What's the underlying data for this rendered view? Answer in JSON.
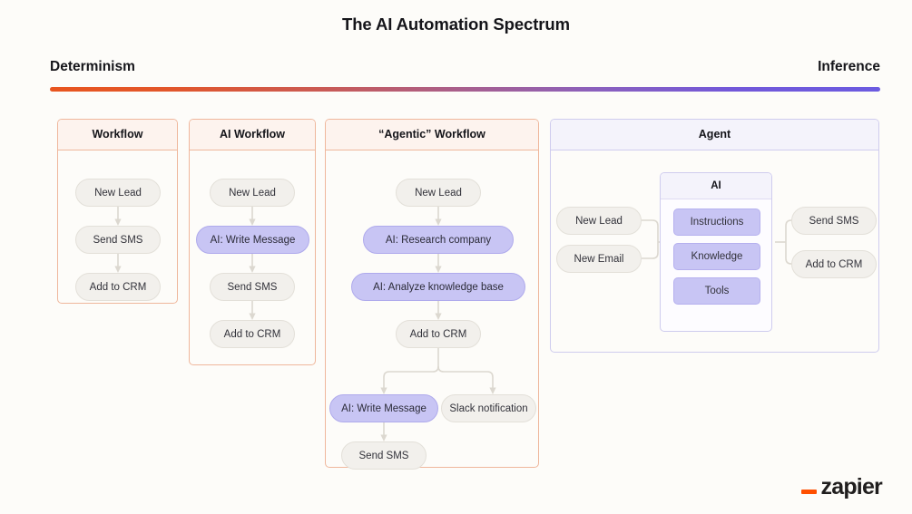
{
  "title": "The AI Automation Spectrum",
  "spectrum": {
    "left_label": "Determinism",
    "right_label": "Inference",
    "gradient_start": "#E8551F",
    "gradient_end": "#6B5BE0"
  },
  "colors": {
    "background": "#FDFCF9",
    "panel_border": "#EFB79C",
    "panel_header_bg": "#FDF3EE",
    "agent_panel_border": "#CFCCEE",
    "agent_panel_header_bg": "#F4F3FB",
    "node_bg": "#F2F0EC",
    "node_border": "#E3E0D9",
    "ai_node_bg": "#C8C5F4",
    "ai_node_border": "#AFAAEC",
    "connector": "#DCD8D0",
    "logo_accent": "#FF4F00"
  },
  "panels": [
    {
      "id": "workflow",
      "title": "Workflow",
      "nodes": [
        {
          "label": "New Lead",
          "type": "standard"
        },
        {
          "label": "Send SMS",
          "type": "standard"
        },
        {
          "label": "Add to CRM",
          "type": "standard"
        }
      ]
    },
    {
      "id": "ai-workflow",
      "title": "AI Workflow",
      "nodes": [
        {
          "label": "New Lead",
          "type": "standard"
        },
        {
          "label": "AI: Write Message",
          "type": "ai"
        },
        {
          "label": "Send SMS",
          "type": "standard"
        },
        {
          "label": "Add to CRM",
          "type": "standard"
        }
      ]
    },
    {
      "id": "agentic",
      "title": "“Agentic” Workflow",
      "nodes": [
        {
          "label": "New Lead",
          "type": "standard"
        },
        {
          "label": "AI: Research company",
          "type": "ai"
        },
        {
          "label": "AI: Analyze knowledge base",
          "type": "ai"
        },
        {
          "label": "Add to CRM",
          "type": "standard"
        },
        {
          "label": "AI: Write Message",
          "type": "ai"
        },
        {
          "label": "Slack notification",
          "type": "standard"
        },
        {
          "label": "Send SMS",
          "type": "standard"
        }
      ]
    },
    {
      "id": "agent",
      "title": "Agent",
      "inputs": [
        {
          "label": "New Lead"
        },
        {
          "label": "New Email"
        }
      ],
      "ai_card": {
        "title": "AI",
        "items": [
          {
            "label": "Instructions"
          },
          {
            "label": "Knowledge"
          },
          {
            "label": "Tools"
          }
        ]
      },
      "outputs": [
        {
          "label": "Send SMS"
        },
        {
          "label": "Add to CRM"
        }
      ]
    }
  ],
  "logo": {
    "wordmark": "zapier"
  }
}
